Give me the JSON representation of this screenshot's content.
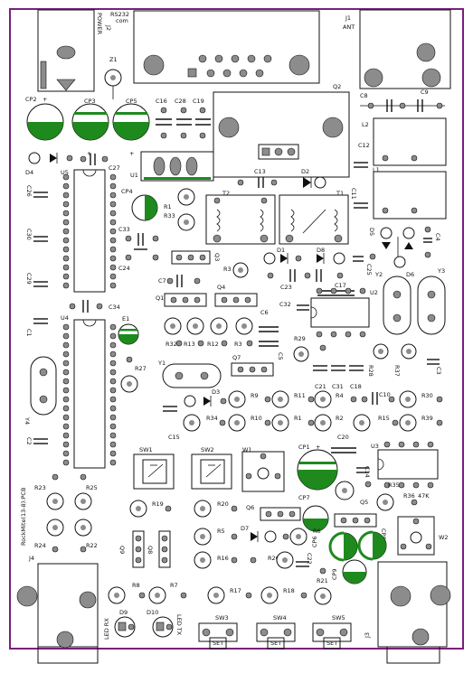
{
  "colors": {
    "board_outline": "#7a1f7a",
    "silkscreen": "#111111",
    "pad": "#8c8c8c",
    "electrolytic_fill": "#1e8a1e"
  },
  "board": {
    "title_vertical": "RockMite(13-8):PCB"
  },
  "labels": {
    "J2": "J2",
    "POWER": "POWER",
    "RS232": "RS232",
    "com": "com",
    "J1": "J1",
    "ANT": "ANT",
    "Z1": "Z1",
    "Q2": "Q2",
    "CP2": "CP2",
    "CP3": "CP3",
    "CP5": "CP5",
    "C16": "C16",
    "C28": "C28",
    "C19": "C19",
    "C8": "C8",
    "C9": "C9",
    "L2": "L2",
    "C12": "C12",
    "L1": "L1",
    "D4": "D4",
    "U5": "U5",
    "C27": "C27",
    "U1": "U1",
    "C13": "C13",
    "D2": "D2",
    "T2": "T2",
    "T1": "T1",
    "C11": "C11",
    "C26": "C26",
    "CP4": "CP4",
    "R1": "R1",
    "R33": "R33",
    "C30": "C30",
    "C33": "C33",
    "C24": "C24",
    "D5": "D5",
    "C4": "C4",
    "Q3": "Q3",
    "D1": "D1",
    "D8": "D8",
    "C23": "C23",
    "C25": "C25",
    "Y2": "Y2",
    "D6": "D6",
    "Y3": "Y3",
    "C29": "C29",
    "C7": "C7",
    "R3_top": "R3",
    "C17": "C17",
    "U2": "U2",
    "C34": "C34",
    "Q1": "Q1",
    "Q4": "Q4",
    "C32": "C32",
    "U4": "U4",
    "E1": "E1",
    "C6": "C6",
    "C1": "C1",
    "R32": "R32",
    "R13": "R13",
    "R12": "R12",
    "R3": "R3",
    "R29": "R29",
    "C5": "C5",
    "R28": "R28",
    "R37": "R37",
    "C3": "C3",
    "Y1": "Y1",
    "Q7": "Q7",
    "R27": "R27",
    "C21": "C21",
    "C31": "C31",
    "C18": "C18",
    "D3": "D3",
    "R9": "R9",
    "R11": "R11",
    "R4": "R4",
    "C10": "C10",
    "R30": "R30",
    "Y4": "Y4",
    "R34": "R34",
    "R10": "R10",
    "R1b": "R1",
    "R2": "R2",
    "R15": "R15",
    "R39": "R39",
    "C15": "C15",
    "C20": "C20",
    "C2": "C2",
    "SW1": "SW1",
    "SW2": "SW2",
    "W1": "W1",
    "CP1": "CP1",
    "U3": "U3",
    "C14": "C14",
    "R35": "R35",
    "R23": "R23",
    "R25": "R25",
    "R19": "R19",
    "R20": "R20",
    "Q6": "Q6",
    "CP7": "CP7",
    "Q5": "Q5",
    "R36": "R36",
    "R36_value": "47K",
    "R24": "R24",
    "R22": "R22",
    "R5": "R5",
    "D7": "D7",
    "R6": "R6",
    "CP6": "CP6",
    "CP8": "CP8",
    "W2": "W2",
    "Q9": "Q9",
    "Q8": "Q8",
    "J4": "J4",
    "R16": "R16",
    "R26": "R26",
    "C22": "C22",
    "CP9": "CP9",
    "R21": "R21",
    "R8": "R8",
    "R7": "R7",
    "R17": "R17",
    "R18": "R18",
    "D9": "D9",
    "D10": "D10",
    "LED_RX": "LED RX",
    "LED_TX": "LED TX",
    "SW3": "SW3",
    "SW4": "SW4",
    "SW5": "SW5",
    "SET1": "SET",
    "SET2": "SET",
    "SET3": "SET",
    "J3": "J3"
  }
}
